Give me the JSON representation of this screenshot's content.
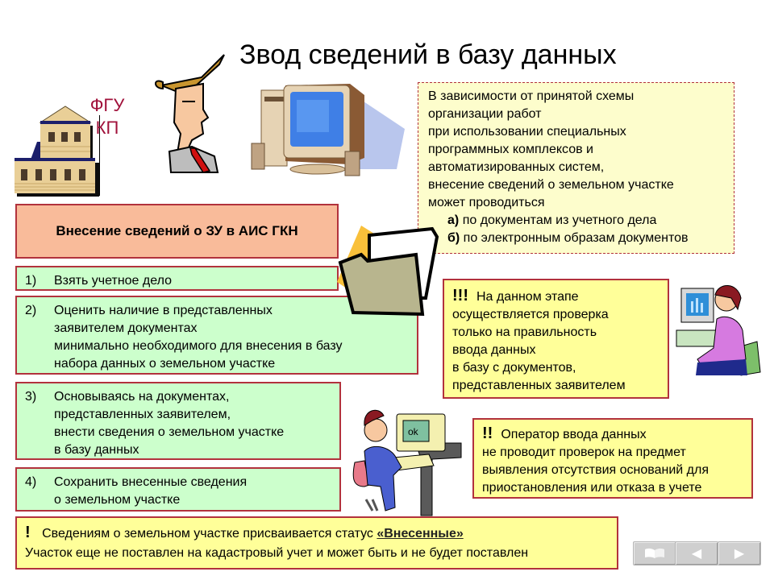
{
  "slide": {
    "title": "Звод сведений в базу данных",
    "org_label_line1": "ФГУ",
    "org_label_line2": "КП"
  },
  "procedure": {
    "header": "Внесение сведений о ЗУ в АИС ГКН",
    "steps": [
      {
        "num": "1)",
        "lines": [
          "Взять учетное дело"
        ]
      },
      {
        "num": "2)",
        "lines": [
          "Оценить наличие в представленных",
          "заявителем документах",
          "минимально необходимого для внесения в базу",
          "набора данных о земельном участке"
        ]
      },
      {
        "num": "3)",
        "lines": [
          "Основываясь на документах,",
          "представленных заявителем,",
          "внести сведения о земельном участке",
          "в базу данных"
        ]
      },
      {
        "num": "4)",
        "lines": [
          "Сохранить внесенные сведения",
          "о земельном участке"
        ]
      }
    ]
  },
  "info_box": {
    "lines": [
      "В зависимости от принятой схемы",
      "организации работ",
      "при использовании специальных",
      "программных комплексов и",
      "автоматизированных систем,",
      "внесение сведений о земельном участке",
      "может проводиться"
    ],
    "options": [
      {
        "marker": "а)",
        "text": "по документам из учетного дела"
      },
      {
        "marker": "б)",
        "text": "по электронным образам документов"
      }
    ]
  },
  "warning_3": {
    "marker": "!!!",
    "lines": [
      "На данном этапе",
      "осуществляется проверка",
      "только на правильность",
      "ввода данных",
      "в базу с документов,",
      "представленных заявителем"
    ]
  },
  "warning_2": {
    "marker": "!!",
    "lines": [
      "Оператор ввода данных",
      "не проводит проверок на предмет",
      "выявления отсутствия оснований для",
      "приостановления или отказа в учете"
    ]
  },
  "notice": {
    "marker": "!",
    "line1_prefix": "Сведениям о земельном участке присваивается статус",
    "status": "«Внесенные»",
    "line2": "Участок еще не поставлен на кадастровый учет и может быть и не будет поставлен"
  },
  "navigation": {
    "buttons": [
      {
        "name": "contents",
        "icon": "book-icon"
      },
      {
        "name": "previous",
        "icon": "triangle-left-icon",
        "glyph": "◀"
      },
      {
        "name": "next",
        "icon": "triangle-right-icon",
        "glyph": "▶"
      }
    ]
  },
  "colors": {
    "border": "#b2323c",
    "green_box": "#ccffcc",
    "salmon_box": "#f9bb9a",
    "yellow_box": "#ffff99",
    "info_box": "#fdfdcc",
    "org_label": "#a0103a"
  }
}
